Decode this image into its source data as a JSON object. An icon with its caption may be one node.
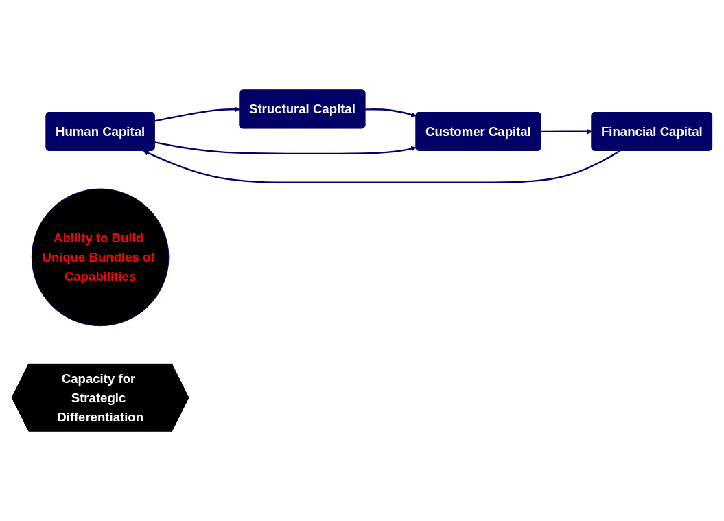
{
  "diagram": {
    "nodes": [
      {
        "text": [
          "Human Capital"
        ]
      },
      {
        "text": [
          "Structural Capital"
        ]
      },
      {
        "text": [
          "Ability to Build Unique Bundles of Capabilities"
        ]
      },
      {
        "text": [
          "Financial Capital"
        ]
      },
      {
        "text": [
          "Customer Capital"
        ]
      },
      {
        "text": [
          "Capacity for Strategic Differentiation"
        ]
      }
    ],
    "edges": [
      {
        "from": 0,
        "to": 1,
        "arrow": "to"
      },
      {
        "from": 1,
        "to": 4,
        "arrow": "to"
      },
      {
        "from": 0,
        "to": 4,
        "arrow": "to"
      },
      {
        "from": 4,
        "to": 3,
        "arrow": "to"
      },
      {
        "from": 3,
        "to": 0,
        "arrow": "to"
      }
    ]
  }
}
